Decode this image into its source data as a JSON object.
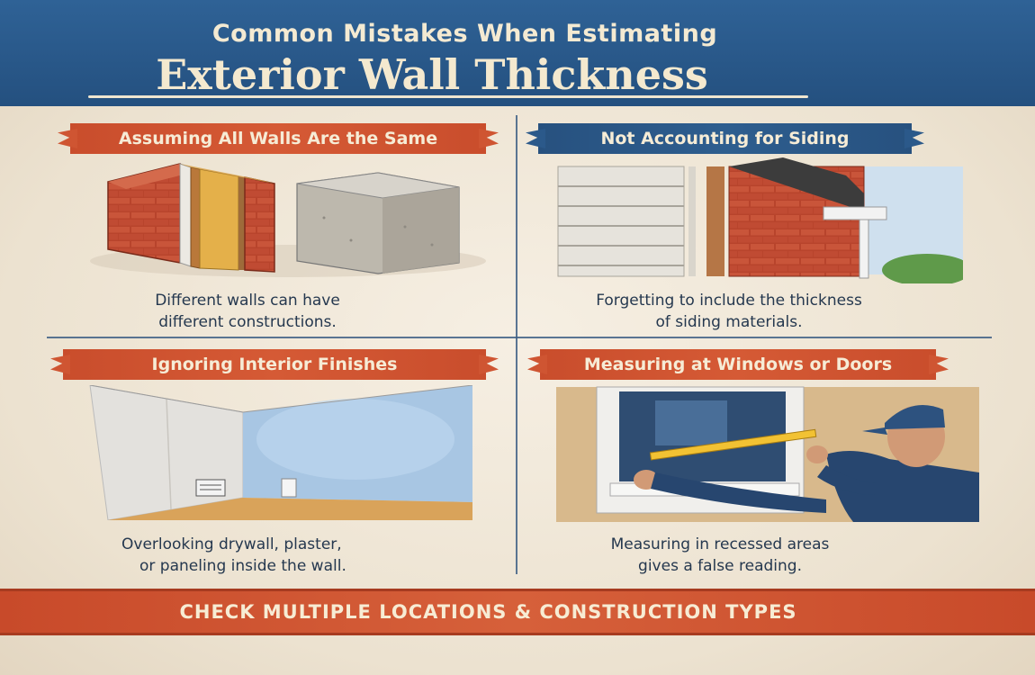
{
  "header": {
    "title_line1": "Common Mistakes When Estimating",
    "title_line2": "Exterior Wall Thickness"
  },
  "panels": [
    {
      "heading": "Assuming All Walls Are the Same",
      "caption_line1": "Different walls can have",
      "caption_line2": "different constructions."
    },
    {
      "heading": "Not Accounting for Siding",
      "caption_line1": "Forgetting to include the thickness",
      "caption_line2": "of siding materials."
    },
    {
      "heading": "Ignoring Interior Finishes",
      "caption_line1": "Overlooking drywall, plaster,",
      "caption_line2": "or paneling inside the wall."
    },
    {
      "heading": "Measuring at Windows or Doors",
      "caption_line1": "Measuring in recessed areas",
      "caption_line2": "gives a false reading."
    }
  ],
  "footer": {
    "text": "CHECK MULTIPLE LOCATIONS & CONSTRUCTION TYPES"
  },
  "colors": {
    "header_blue": "#2b5a8c",
    "banner_red": "#cf5532",
    "banner_blue": "#2b598a",
    "text_dark": "#25384f",
    "cream": "#f4ead2"
  }
}
